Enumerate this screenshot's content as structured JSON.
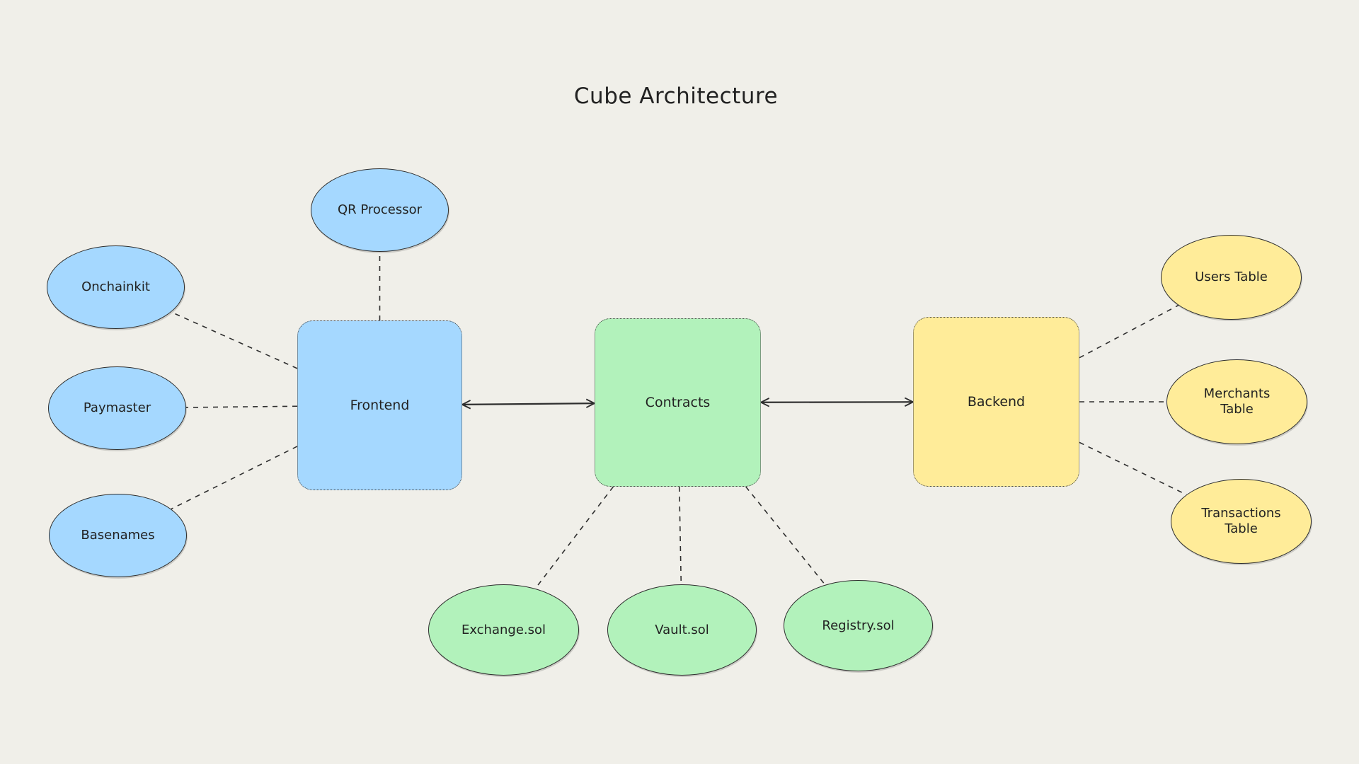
{
  "diagram": {
    "title": "Cube Architecture",
    "colors": {
      "background": "#f0efe9",
      "frontend": "#a5d8ff",
      "contracts": "#b2f2bb",
      "backend": "#ffec99",
      "line": "#2e2e2e"
    },
    "nodes": [
      {
        "id": "frontend",
        "label": "Frontend",
        "shape": "box",
        "group": "frontend"
      },
      {
        "id": "contracts",
        "label": "Contracts",
        "shape": "box",
        "group": "contracts"
      },
      {
        "id": "backend",
        "label": "Backend",
        "shape": "box",
        "group": "backend"
      },
      {
        "id": "qr-processor",
        "label": "QR Processor",
        "shape": "ellipse",
        "group": "frontend"
      },
      {
        "id": "onchainkit",
        "label": "Onchainkit",
        "shape": "ellipse",
        "group": "frontend"
      },
      {
        "id": "paymaster",
        "label": "Paymaster",
        "shape": "ellipse",
        "group": "frontend"
      },
      {
        "id": "basenames",
        "label": "Basenames",
        "shape": "ellipse",
        "group": "frontend"
      },
      {
        "id": "exchange-sol",
        "label": "Exchange.sol",
        "shape": "ellipse",
        "group": "contracts"
      },
      {
        "id": "vault-sol",
        "label": "Vault.sol",
        "shape": "ellipse",
        "group": "contracts"
      },
      {
        "id": "registry-sol",
        "label": "Registry.sol",
        "shape": "ellipse",
        "group": "contracts"
      },
      {
        "id": "users-table",
        "label": "Users Table",
        "shape": "ellipse",
        "group": "backend"
      },
      {
        "id": "merchants-table",
        "label": "Merchants\nTable",
        "shape": "ellipse",
        "group": "backend"
      },
      {
        "id": "transactions-table",
        "label": "Transactions\nTable",
        "shape": "ellipse",
        "group": "backend"
      }
    ],
    "edges": [
      {
        "from": "frontend",
        "to": "contracts",
        "style": "solid",
        "arrows": "both"
      },
      {
        "from": "contracts",
        "to": "backend",
        "style": "solid",
        "arrows": "both"
      },
      {
        "from": "frontend",
        "to": "qr-processor",
        "style": "dashed",
        "arrows": "none"
      },
      {
        "from": "frontend",
        "to": "onchainkit",
        "style": "dashed",
        "arrows": "none"
      },
      {
        "from": "frontend",
        "to": "paymaster",
        "style": "dashed",
        "arrows": "none"
      },
      {
        "from": "frontend",
        "to": "basenames",
        "style": "dashed",
        "arrows": "none"
      },
      {
        "from": "contracts",
        "to": "exchange-sol",
        "style": "dashed",
        "arrows": "none"
      },
      {
        "from": "contracts",
        "to": "vault-sol",
        "style": "dashed",
        "arrows": "none"
      },
      {
        "from": "contracts",
        "to": "registry-sol",
        "style": "dashed",
        "arrows": "none"
      },
      {
        "from": "backend",
        "to": "users-table",
        "style": "dashed",
        "arrows": "none"
      },
      {
        "from": "backend",
        "to": "merchants-table",
        "style": "dashed",
        "arrows": "none"
      },
      {
        "from": "backend",
        "to": "transactions-table",
        "style": "dashed",
        "arrows": "none"
      }
    ]
  }
}
